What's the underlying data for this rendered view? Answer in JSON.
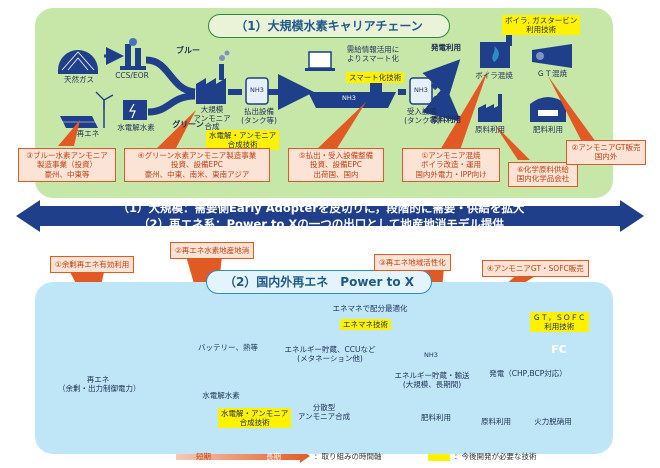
{
  "top": {
    "title": "（1）大規模水素キャリアチェーン",
    "natural_gas": "天然ガス",
    "ccs_eor": "CCS/EOR",
    "blue": "ブルー",
    "green": "グリーン",
    "renewable": "再エネ",
    "electrolysis": "水電解水素",
    "ammonia_plant": "大規模\nアンモニア\n合成",
    "nh3": "NH3",
    "ship_label": "需給情報活用に\nよりスマート化",
    "smart_tech": "スマート化技術",
    "payout_facility": "払出設備\n(タンク等)",
    "receiving_facility": "受入設備\n(タンク等)",
    "power_use": "発電利用",
    "raw_use": "原料利用",
    "boiler_cofire": "ボイラ混焼",
    "gt_cofire": "ＧＴ混焼",
    "raw_material_use": "原料利用",
    "fertilizer_use": "肥料利用",
    "boiler_gt_tech": "ボイラ, ガスタービン\n利用技術",
    "elec_amm_tech": "水電解・アンモニア\n合成技術"
  },
  "callouts_top": {
    "c3": "③ブルー水素アンモニア\n製造事業（投資）\n豪州、中東等",
    "c4": "④グリーン水素アンモニア製造事業\n投資、設備EPC\n豪州、中東、南米、東南アジア",
    "c5": "⑤払出・受入設備整備\n投資、設備EPC\n出荷国、国内",
    "c1": "①アンモニア混焼\nボイラ改造・運用\n国内外電力・IPP向け",
    "c6": "⑥化学原料供給\n国内化学品会社",
    "c2": "②アンモニアGT販売\n国内外"
  },
  "banner": {
    "line1": "（1）大規模：需要側Early Adopterを皮切りに，段階的に需要・供給を拡大",
    "line2": "（2）再エネ系：Power to Xの一つの出口として地産地消モデル提供"
  },
  "bottom": {
    "title": "（2）国内外再エネ　Power to X",
    "c1": "①余剰再エネ有効利用",
    "c2": "②再エネ水素地産地消",
    "c3": "③再エネ地域活性化",
    "c4": "④アンモニアGT・SOFC販売",
    "ems_label": "エネマネで配分最適化",
    "ems_tech": "エネマネ技術",
    "battery_heat": "バッテリー、熱等",
    "energy_storage": "エネルギー貯蔵、CCUなど\n(メタネーション他)",
    "renewable": "再エネ\n（余剰・出力制御電力）",
    "electrolysis": "水電解水素",
    "elec_amm_tech": "水電解・アンモニア\n合成技術",
    "distributed_amm": "分散型\nアンモニア合成",
    "nh3": "NH3",
    "storage_transport": "エネルギー貯蔵・輸送\n(大規模、長期間)",
    "power_gen": "発電（CHP,BCP対応）",
    "gt_sofc_tech": "ＧＴ，ＳＯＦＣ\n利用技術",
    "fc": "FC",
    "fertilizer_use": "肥料利用",
    "raw_material_use": "原料利用",
    "thermal_use": "火力脱硝用"
  },
  "legend": {
    "short_term": "短期",
    "long_term": "長期",
    "timeline": "：取り組みの時間軸",
    "needs_dev": "：今後開発が必要な技術"
  },
  "colors": {
    "green_panel": "#c7e7a8",
    "blue_panel": "#bfe6f7",
    "banner": "#1f3f8a",
    "callout_orange": "#e25a23",
    "highlight_yellow": "#fff200",
    "arrow_navy": "#1f3f8a"
  }
}
